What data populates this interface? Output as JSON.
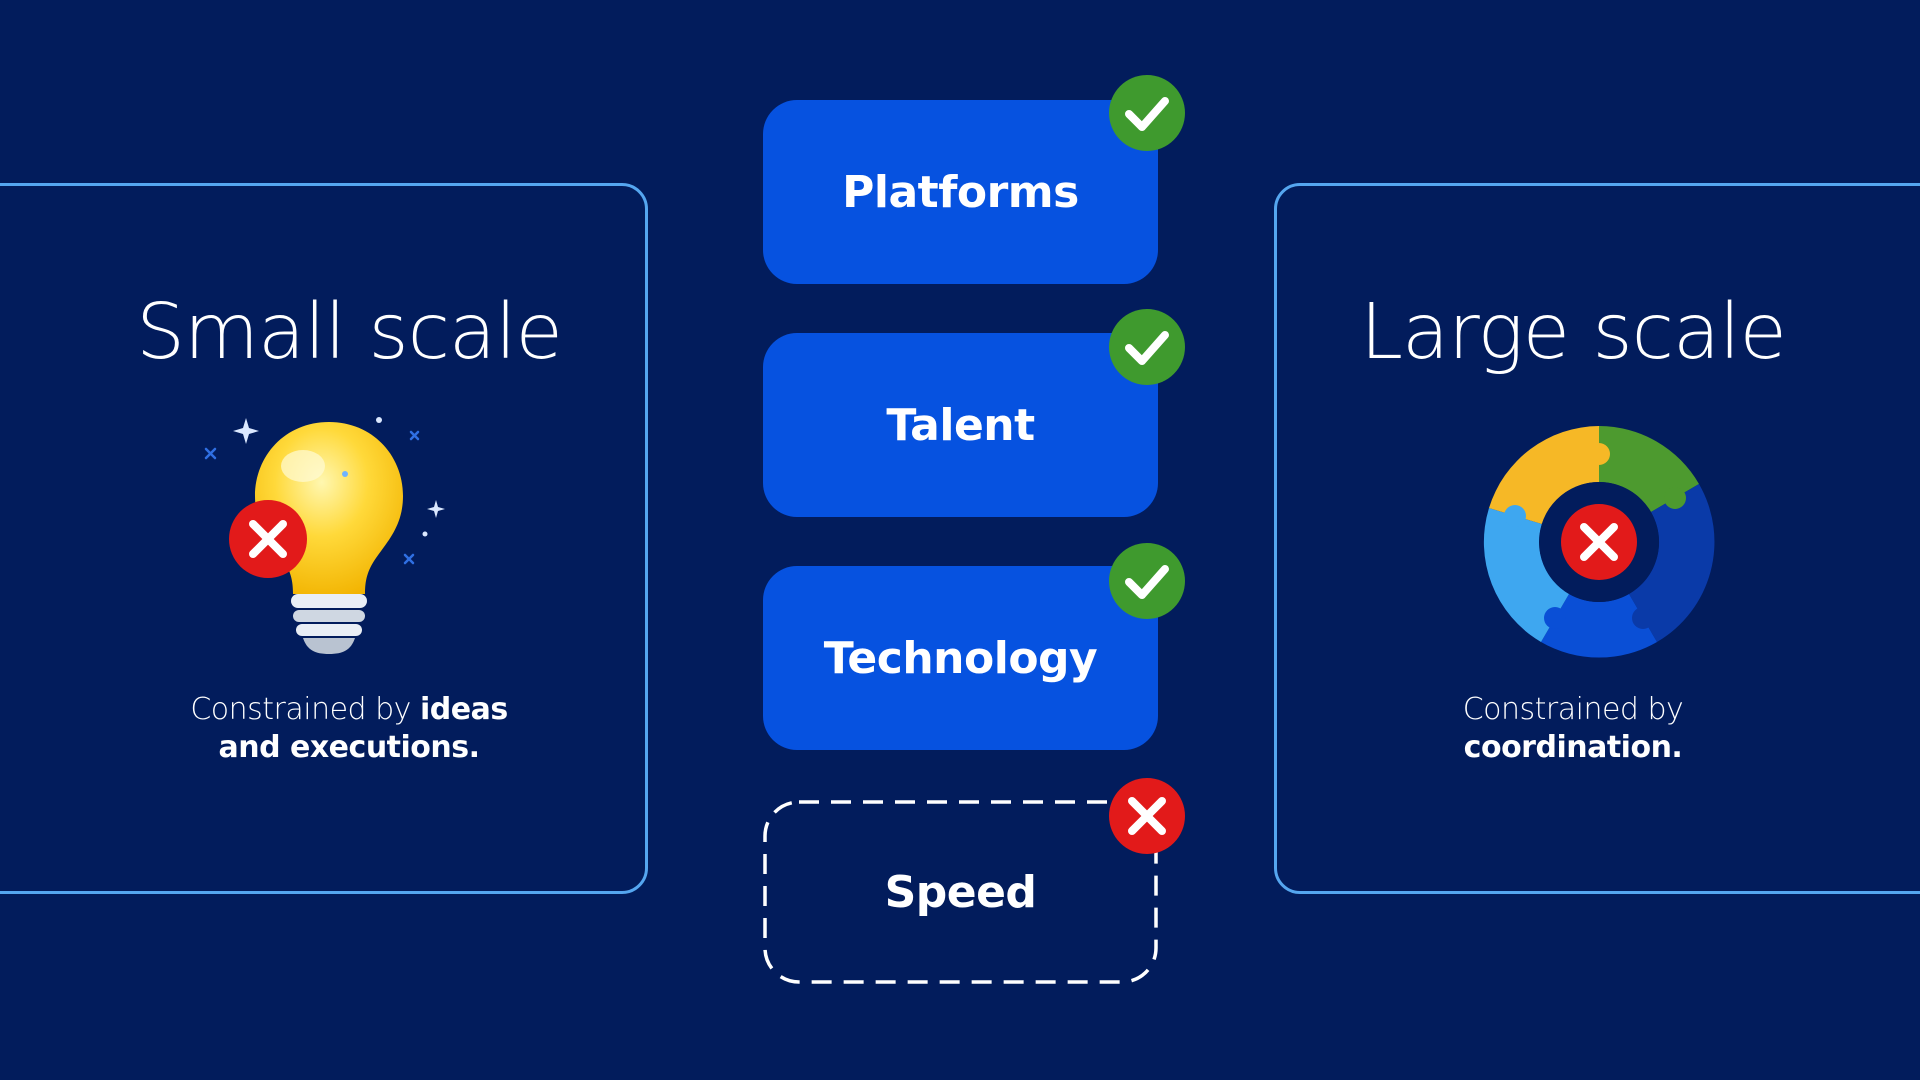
{
  "left_panel": {
    "title": "Small scale",
    "caption_plain": "Constrained by ",
    "caption_bold_1": "ideas",
    "caption_bold_2": "and executions.",
    "icon": "lightbulb-icon",
    "status": "cross"
  },
  "right_panel": {
    "title": "Large scale",
    "caption_plain": "Constrained by",
    "caption_bold": "coordination.",
    "icon": "puzzle-ring-icon",
    "status": "cross"
  },
  "factors": [
    {
      "label": "Platforms",
      "status": "check"
    },
    {
      "label": "Talent",
      "status": "check"
    },
    {
      "label": "Technology",
      "status": "check"
    },
    {
      "label": "Speed",
      "status": "cross"
    }
  ],
  "colors": {
    "background": "#021c5c",
    "panel_border": "#55a6f0",
    "factor_fill": "#0652e0",
    "check_green": "#3f9a2e",
    "cross_red": "#e21a1a",
    "puzzle_yellow": "#f6b826",
    "puzzle_green": "#4d9a2f",
    "puzzle_lightblue": "#3ea7f0",
    "puzzle_blue": "#0a4fd6",
    "puzzle_darkblue": "#0a3aa8"
  }
}
